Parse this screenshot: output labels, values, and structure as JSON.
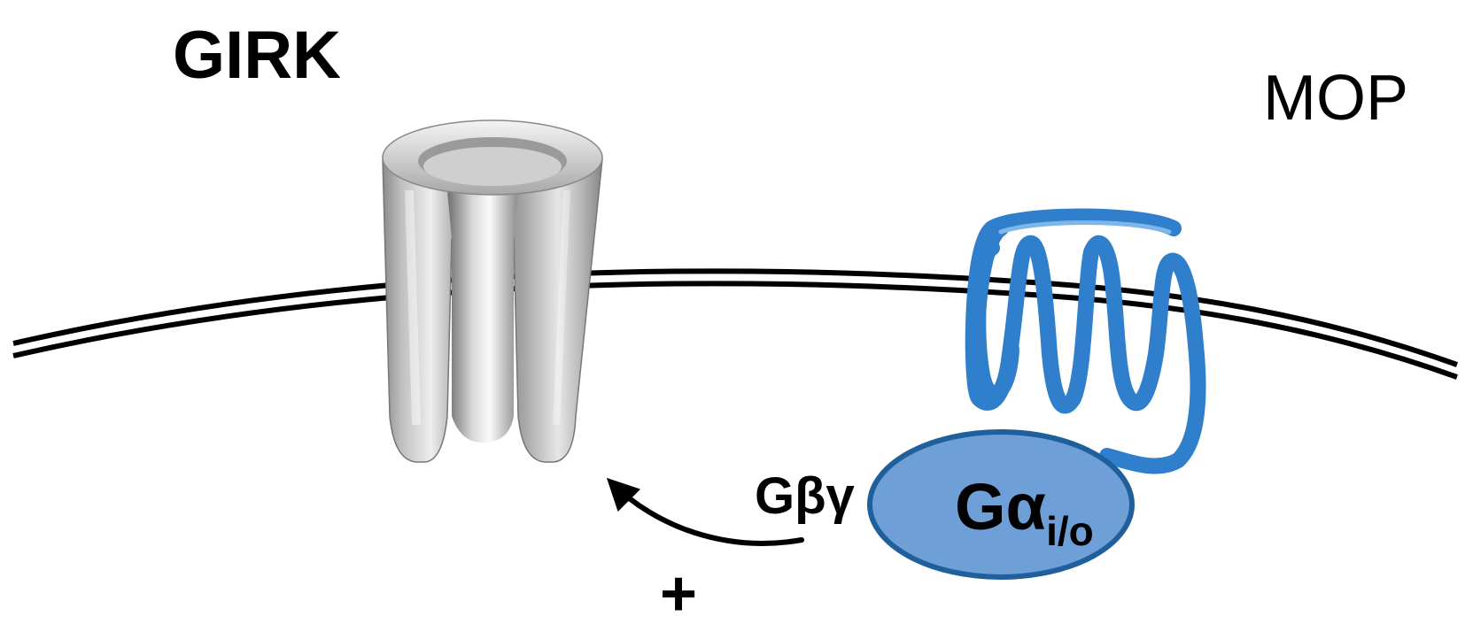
{
  "labels": {
    "channel": "GIRK",
    "receptor": "MOP",
    "g_beta_gamma": "Gβγ",
    "g_alpha_main": "Gα",
    "g_alpha_sub": "i/o",
    "effect_sign": "+"
  },
  "colors": {
    "membrane": "#000000",
    "receptor": "#2f7fcc",
    "g_alpha_fill": "#6e9fd6",
    "g_alpha_stroke": "#1f5f9c",
    "channel_light": "#f2f2f2",
    "channel_dark": "#7a7a7a",
    "arrow": "#000000"
  }
}
